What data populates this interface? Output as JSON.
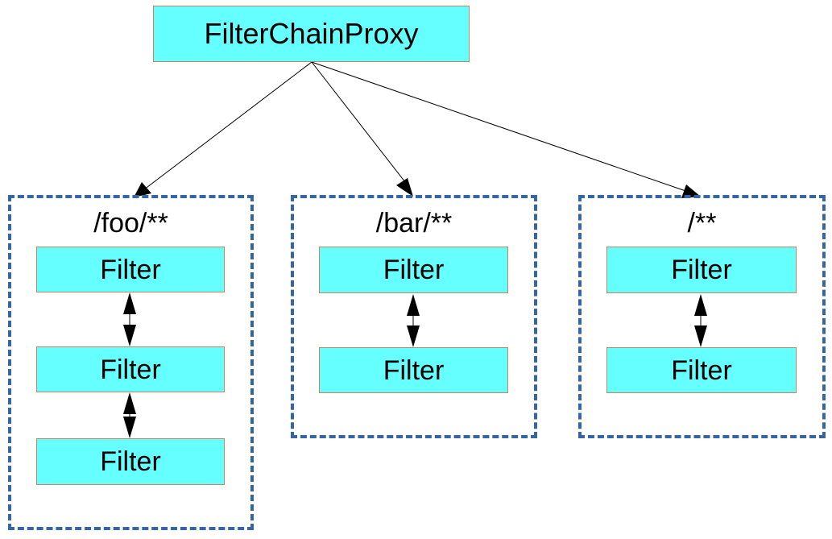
{
  "root": {
    "label": "FilterChainProxy"
  },
  "chains": [
    {
      "pattern": "/foo/**",
      "filters": [
        "Filter",
        "Filter",
        "Filter"
      ]
    },
    {
      "pattern": "/bar/**",
      "filters": [
        "Filter",
        "Filter"
      ]
    },
    {
      "pattern": "/**",
      "filters": [
        "Filter",
        "Filter"
      ]
    }
  ],
  "colors": {
    "box_fill": "#66ffff",
    "box_border": "#c9835a",
    "chain_border": "#3465a4",
    "line": "#000000"
  }
}
